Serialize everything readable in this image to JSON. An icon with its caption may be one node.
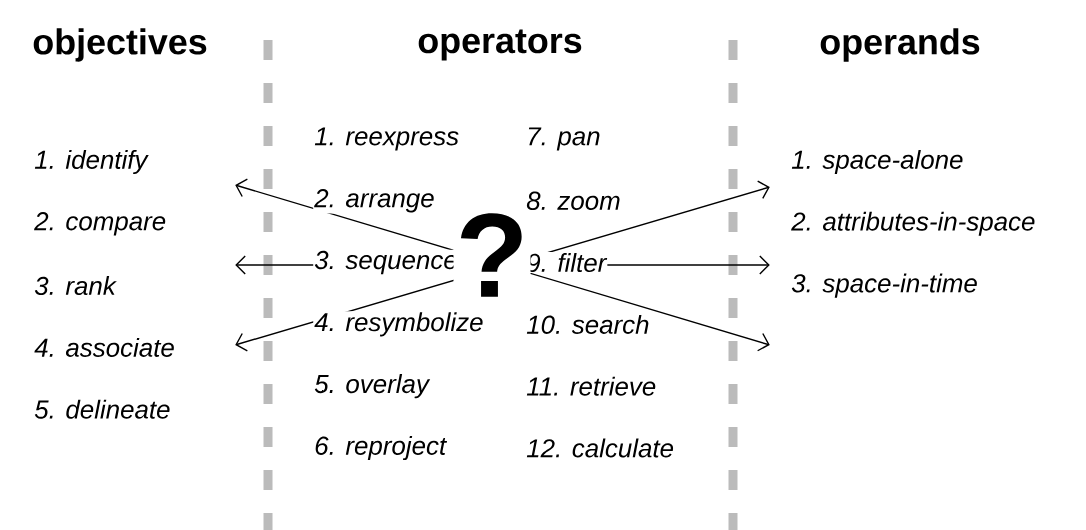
{
  "diagram": {
    "nodes": [
      {
        "text": [
          "objectives",
          "1. identify",
          "2. compare",
          "3. rank",
          "4. associate",
          "5. delineate"
        ]
      },
      {
        "text": [
          "operands",
          "1. space-alone",
          "2. attributes-in-space",
          "3. space-in-time"
        ]
      }
    ],
    "edges": [
      {
        "from": 0,
        "to": 1,
        "arrow": "both"
      },
      {
        "from": 0,
        "to": 1,
        "arrow": "both"
      },
      {
        "from": 0,
        "to": 1,
        "arrow": "both"
      }
    ],
    "labels": [
      "operators",
      "1. reexpress",
      "2. arrange",
      "3. sequence",
      "4. resymbolize",
      "5. overlay",
      "6. reproject",
      "7. pan",
      "8. zoom",
      "9. filter",
      "10. search",
      "11. retrieve",
      "12. calculate",
      "?"
    ]
  }
}
